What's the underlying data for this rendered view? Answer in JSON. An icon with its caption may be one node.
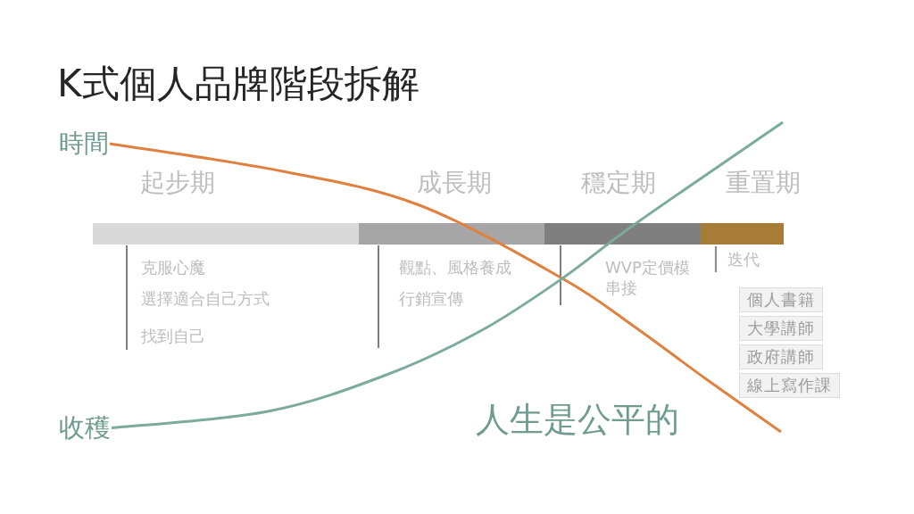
{
  "diagram": {
    "title": "K式個人品牌階段拆解",
    "nodes": [
      {
        "text": [
          "時間"
        ]
      },
      {
        "text": [
          "起步期"
        ],
        "beside": [
          "克服心魔",
          "選擇適合自己方式",
          "找到自己"
        ]
      },
      {
        "text": [
          "成長期"
        ],
        "beside": [
          "觀點、風格養成",
          "行銷宣傳"
        ]
      },
      {
        "text": [
          "穩定期"
        ],
        "beside": [
          "WVP定價模串接"
        ]
      },
      {
        "text": [
          "重置期"
        ],
        "beside": [
          "迭代"
        ]
      },
      {
        "text": [
          "個人書籍"
        ]
      },
      {
        "text": [
          "大學講師"
        ]
      },
      {
        "text": [
          "政府講師"
        ]
      },
      {
        "text": [
          "線上寫作課"
        ]
      },
      {
        "text": [
          "收穫"
        ]
      }
    ],
    "edges": [
      {
        "from": 0,
        "to": null,
        "arrow": "none",
        "color": "#e0803f"
      },
      {
        "from": 9,
        "to": null,
        "arrow": "none",
        "color": "#7aab9c"
      }
    ],
    "labels": [
      "人生是公平的"
    ]
  }
}
